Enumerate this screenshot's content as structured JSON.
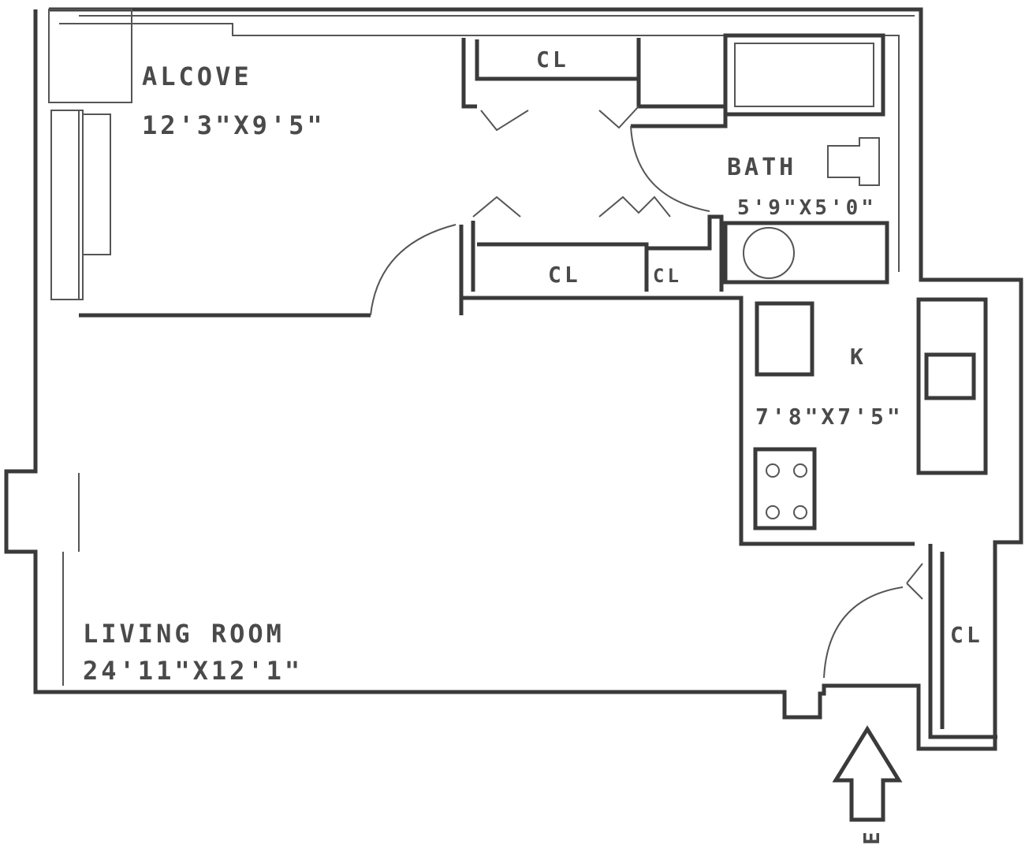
{
  "plan": {
    "rooms": [
      {
        "name": "ALCOVE",
        "dims": "12'3\"X9'5\""
      },
      {
        "name": "BATH",
        "dims": "5'9\"X5'0\""
      },
      {
        "name": "K",
        "dims": "7'8\"X7'5\""
      },
      {
        "name": "LIVING ROOM",
        "dims": "24'11\"X12'1\""
      }
    ],
    "closets": [
      "CL",
      "CL",
      "CL",
      "CL"
    ],
    "entrance": "E"
  }
}
